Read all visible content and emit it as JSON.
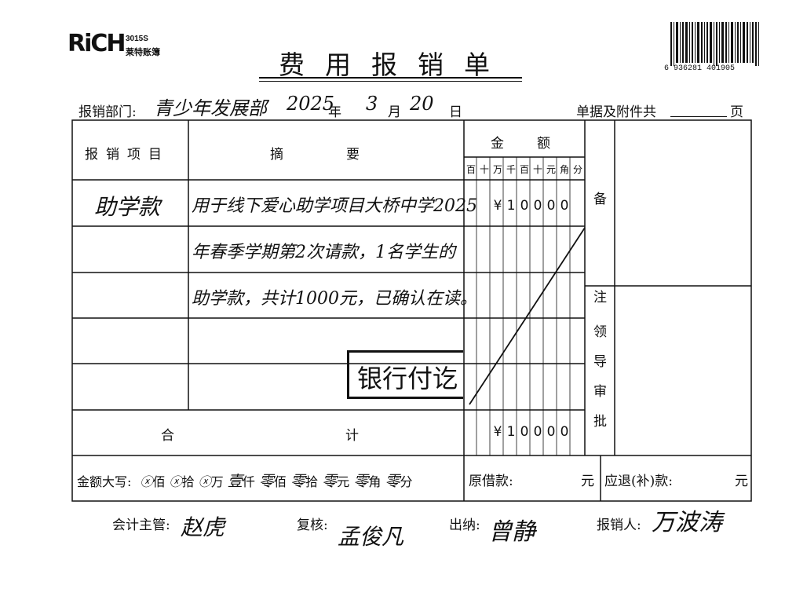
{
  "header": {
    "brand_logo": "RiCH",
    "brand_model": "3015S",
    "brand_name": "莱特账簿",
    "title": "费用报销单",
    "barcode_number": "6 936281 401905"
  },
  "meta": {
    "dept_label": "报销部门:",
    "dept_value": "青少年发展部",
    "year_value": "2025",
    "year_label": "年",
    "month_value": "3",
    "month_label": "月",
    "day_value": "20",
    "day_label": "日",
    "attachments_label": "单据及附件共",
    "attachments_unit": "页"
  },
  "table": {
    "col_item": "报销项目",
    "col_summary": "摘要",
    "col_amount": "金额",
    "col_remark": "备注",
    "col_approval": "领导审批",
    "digit_headers": [
      "百",
      "十",
      "万",
      "千",
      "百",
      "十",
      "元",
      "角",
      "分"
    ],
    "row_item": "助学款",
    "summary_lines": [
      "用于线下爱心助学项目大桥中学2025",
      "年春季学期第2次请款，1名学生的",
      "助学款，共计1000元，已确认在读。"
    ],
    "amount_digits": [
      "",
      "",
      "",
      "¥",
      "1",
      "0",
      "0",
      "0",
      "0"
    ],
    "stamp": "银行付讫",
    "total_label_1": "合",
    "total_label_2": "计",
    "total_digits": [
      "",
      "",
      "",
      "¥",
      "1",
      "0",
      "0",
      "0",
      "0"
    ]
  },
  "capital": {
    "label": "金额大写:",
    "parts": [
      {
        "value": "ⓧ",
        "unit": "佰"
      },
      {
        "value": "ⓧ",
        "unit": "拾"
      },
      {
        "value": "ⓧ",
        "unit": "万"
      },
      {
        "value": "壹",
        "unit": "仟"
      },
      {
        "value": "零",
        "unit": "佰"
      },
      {
        "value": "零",
        "unit": "拾"
      },
      {
        "value": "零",
        "unit": "元"
      },
      {
        "value": "零",
        "unit": "角"
      },
      {
        "value": "零",
        "unit": "分"
      }
    ],
    "loan_label": "原借款:",
    "loan_unit": "元",
    "refund_label": "应退(补)款:",
    "refund_unit": "元"
  },
  "signatures": {
    "accounting_label": "会计主管:",
    "accounting_value": "赵虎",
    "review_label": "复核:",
    "review_value": "孟俊凡",
    "cashier_label": "出纳:",
    "cashier_value": "曾静",
    "claimant_label": "报销人:",
    "claimant_value": "万波涛"
  }
}
